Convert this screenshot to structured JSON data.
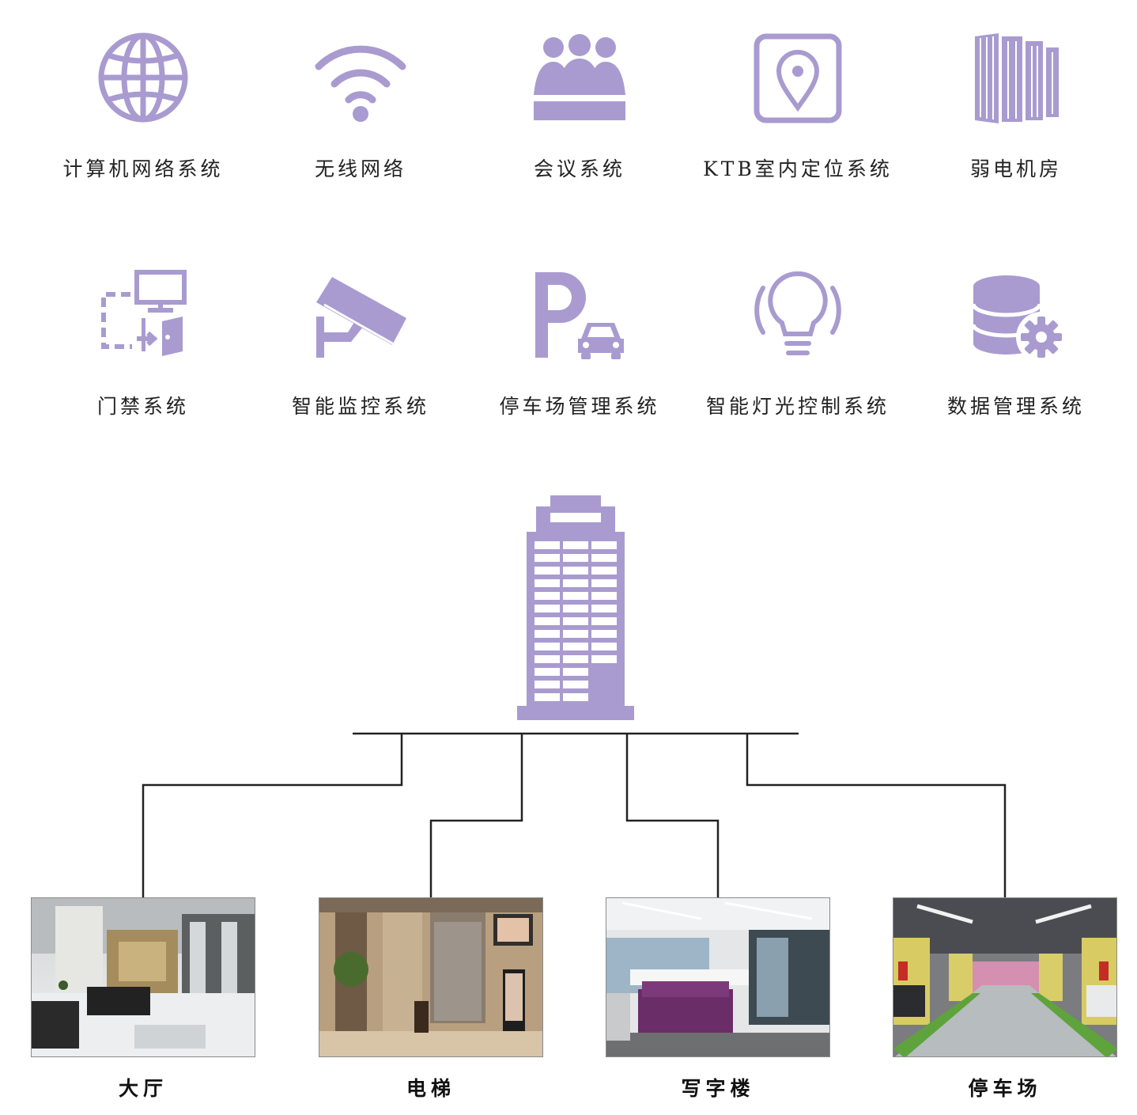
{
  "colors": {
    "accent": "#a99bd0",
    "line": "#222222"
  },
  "systems": [
    {
      "icon": "globe-icon",
      "label": "计算机网络系统"
    },
    {
      "icon": "wifi-icon",
      "label": "无线网络"
    },
    {
      "icon": "meeting-people-icon",
      "label": "会议系统"
    },
    {
      "icon": "location-pin-icon",
      "label": "KTB室内定位系统"
    },
    {
      "icon": "server-rack-icon",
      "label": "弱电机房"
    },
    {
      "icon": "access-door-icon",
      "label": "门禁系统"
    },
    {
      "icon": "cctv-camera-icon",
      "label": "智能监控系统"
    },
    {
      "icon": "parking-car-icon",
      "label": "停车场管理系统"
    },
    {
      "icon": "light-bulb-icon",
      "label": "智能灯光控制系统"
    },
    {
      "icon": "database-gear-icon",
      "label": "数据管理系统"
    }
  ],
  "building": {
    "icon": "office-tower-icon"
  },
  "areas": [
    {
      "label": "大厅"
    },
    {
      "label": "电梯"
    },
    {
      "label": "写字楼"
    },
    {
      "label": "停车场"
    }
  ]
}
